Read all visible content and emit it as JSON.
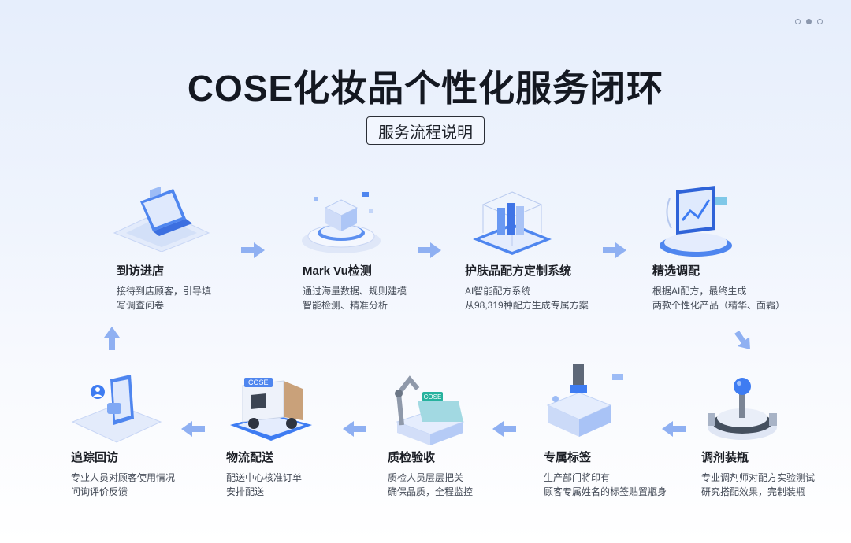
{
  "title": "COSE化妆品个性化服务闭环",
  "subtitle": "服务流程说明",
  "colors": {
    "accent": "#3e7cf2",
    "arrow": "#8fb0f2",
    "text": "#1b1e25",
    "muted": "#444b57"
  },
  "steps": [
    {
      "name": "到访进店",
      "lines": [
        "接待到店顾客，引导填",
        "写调查问卷"
      ],
      "icon": "laptop-screen-icon"
    },
    {
      "name": "Mark Vu检测",
      "lines": [
        "通过海量数据、规则建模",
        "智能检测、精准分析"
      ],
      "icon": "data-cube-icon"
    },
    {
      "name": "护肤品配方定制系统",
      "lines": [
        "AI智能配方系统",
        "从98,319种配方生成专属方案"
      ],
      "icon": "server-cube-icon"
    },
    {
      "name": "精选调配",
      "lines": [
        "根据AI配方，最终生成",
        "两款个性化产品（精华、面霜）"
      ],
      "icon": "monitor-chart-icon"
    },
    {
      "name": "调剂装瓶",
      "lines": [
        "专业调剂师对配方实验测试",
        "研究搭配效果，完制装瓶"
      ],
      "icon": "joystick-machine-icon"
    },
    {
      "name": "专属标签",
      "lines": [
        "生产部门将印有",
        "顾客专属姓名的标签贴置瓶身"
      ],
      "icon": "label-machine-icon"
    },
    {
      "name": "质检验收",
      "lines": [
        "质检人员层层把关",
        "确保品质，全程监控"
      ],
      "icon": "robot-arm-box-icon"
    },
    {
      "name": "物流配送",
      "lines": [
        "配送中心核准订单",
        "安排配送"
      ],
      "icon": "delivery-truck-icon",
      "badge": "COSE"
    },
    {
      "name": "追踪回访",
      "lines": [
        "专业人员对顾客使用情况",
        "问询评价反馈"
      ],
      "icon": "phone-user-icon"
    }
  ],
  "box_badge": "COSE"
}
